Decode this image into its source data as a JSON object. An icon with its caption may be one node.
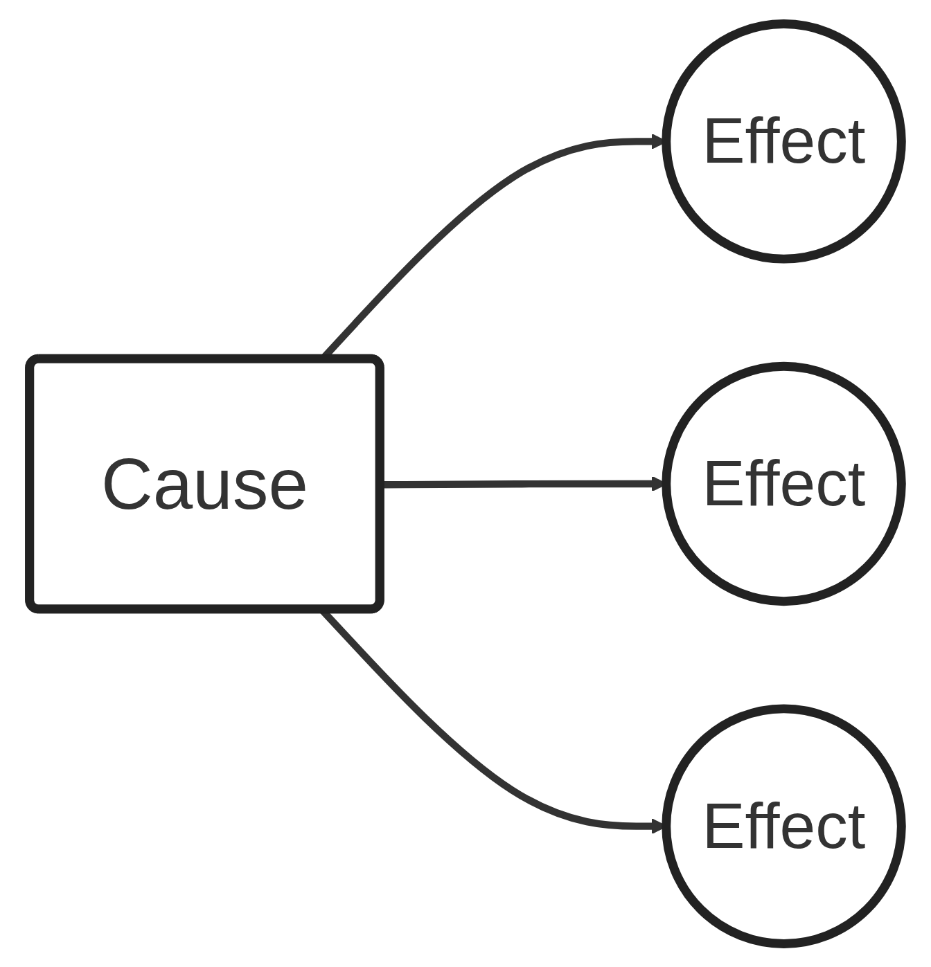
{
  "diagram": {
    "nodes": [
      {
        "text": [
          "Cause"
        ]
      },
      {
        "text": [
          "Effect"
        ]
      },
      {
        "text": [
          "Effect"
        ]
      },
      {
        "text": [
          "Effect"
        ]
      }
    ],
    "edges": [
      {
        "from": 0,
        "to": 1,
        "arrow": "to"
      },
      {
        "from": 0,
        "to": 2,
        "arrow": "to"
      },
      {
        "from": 0,
        "to": 3,
        "arrow": "to"
      }
    ]
  }
}
